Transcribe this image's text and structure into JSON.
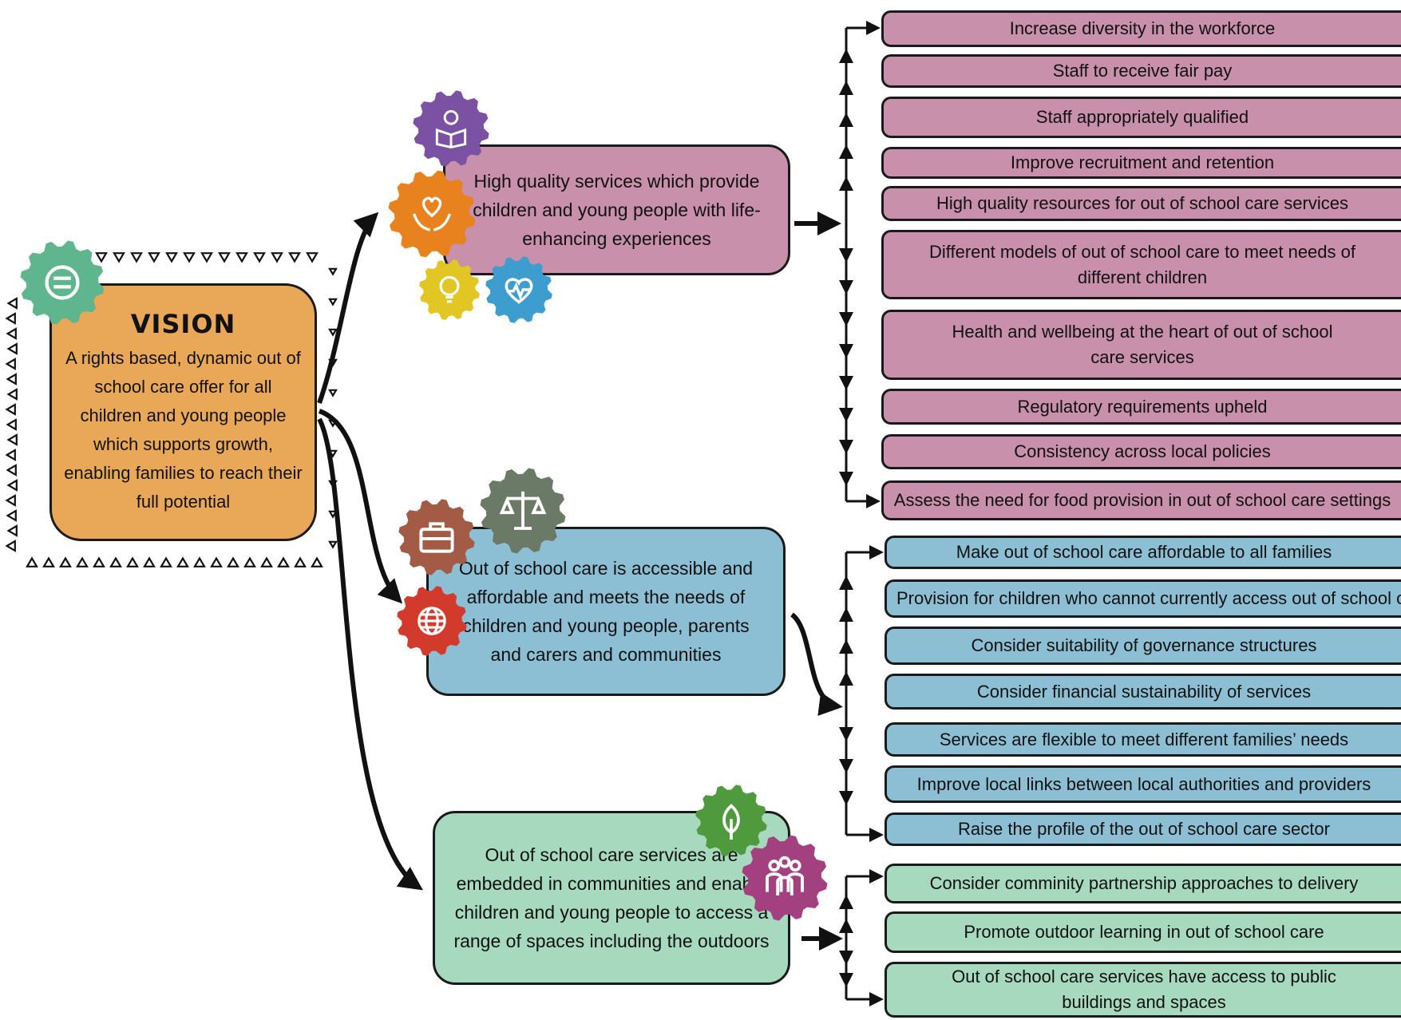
{
  "vision": {
    "title": "VISION",
    "text": "A rights based, dynamic out of school care offer for all children and young people which supports growth, enabling families to reach their full potential"
  },
  "themes": [
    {
      "text": "High quality services which provide children and young people with life-enhancing experiences",
      "color": "#c890aa",
      "actions": [
        "Increase diversity in the workforce",
        "Staff to receive fair pay",
        "Staff appropriately qualified",
        "Improve recruitment and retention",
        "High quality resources for out of school care services",
        "Different models of out of school care to meet needs of different children",
        "Health and wellbeing at the heart of out of school care services",
        "Regulatory requirements upheld",
        "Consistency across local policies",
        "Assess the need for food provision in out of school care settings"
      ]
    },
    {
      "text": "Out of school care is accessible and affordable and meets the needs of children and young people, parents and carers and communities",
      "color": "#8cbfd4",
      "actions": [
        "Make out of school care affordable to all families",
        "Provision for children who cannot currently access out of school care",
        "Consider suitability of governance structures",
        "Consider financial sustainability of services",
        "Services are flexible to meet different families’ needs",
        "Improve local links between local authorities and providers",
        "Raise the profile of the out of school care sector"
      ]
    },
    {
      "text": "Out of school care services are embedded in communities and enable children and young people to access a range of spaces including the outdoors",
      "color": "#a6d9bd",
      "actions": [
        "Consider comminity partnership approaches to delivery",
        "Promote outdoor learning in out of school care",
        "Out of school care services have access to public buildings and spaces"
      ]
    }
  ],
  "gears": [
    {
      "icon": "equality-icon",
      "color": "#5fb58d"
    },
    {
      "icon": "reading-icon",
      "color": "#7b52a3"
    },
    {
      "icon": "heart-hands-icon",
      "color": "#e8821e"
    },
    {
      "icon": "lightbulb-icon",
      "color": "#e2c624"
    },
    {
      "icon": "heartbeat-icon",
      "color": "#3d9dcf"
    },
    {
      "icon": "briefcase-icon",
      "color": "#a35b45"
    },
    {
      "icon": "scales-icon",
      "color": "#6b7a66"
    },
    {
      "icon": "globe-icon",
      "color": "#d23a2b"
    },
    {
      "icon": "leaf-icon",
      "color": "#4f9a3c"
    },
    {
      "icon": "people-icon",
      "color": "#a3407f"
    }
  ]
}
